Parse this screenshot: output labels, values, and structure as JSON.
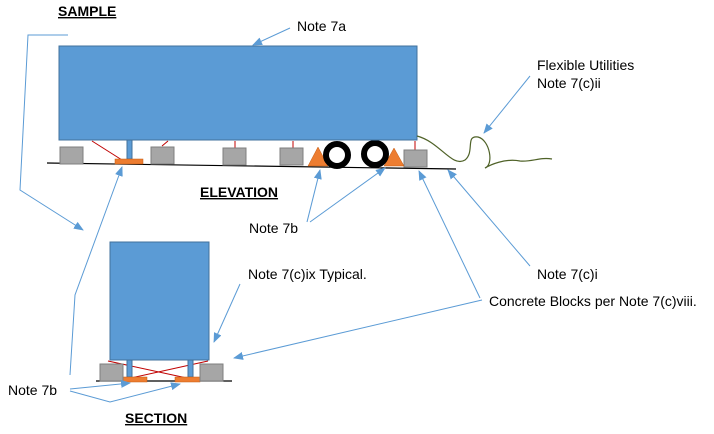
{
  "title": "SAMPLE",
  "views": {
    "elevation": "ELEVATION",
    "section": "SECTION"
  },
  "notes": {
    "note_7a": "Note 7a",
    "flexible_utilities_line1": "Flexible Utilities",
    "flexible_utilities_line2": "Note 7(c)ii",
    "note_7b_elevation": "Note 7b",
    "note_7ci": "Note 7(c)i",
    "note_7cix": "Note 7(c)ix Typical.",
    "concrete_blocks": "Concrete Blocks per Note 7(c)viii.",
    "note_7b_section": "Note 7b"
  },
  "colors": {
    "structure_fill": "#5B9BD5",
    "block_fill": "#A6A6A6",
    "pad_fill": "#ED7D31",
    "callout_line": "#5B9BD5",
    "tie_down_strap": "#C00000",
    "utility_line": "#4F6228"
  }
}
